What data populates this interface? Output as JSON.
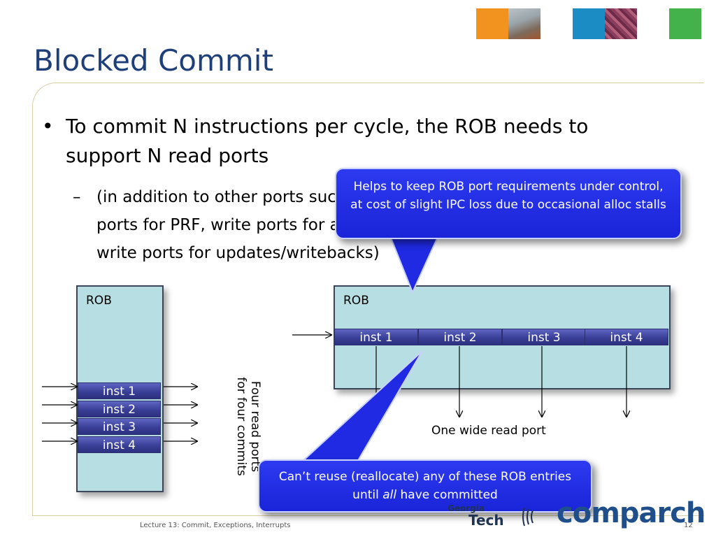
{
  "slide": {
    "title": "Blocked Commit",
    "footer": "Lecture 13: Commit, Exceptions, Interrupts",
    "page_number": "12"
  },
  "bullets": {
    "main_marker": "•",
    "main": "To commit N instructions per cycle, the ROB needs to support N read ports",
    "sub_marker": "–",
    "sub": "(in addition to other ports such as read ports for PRF, write ports for alloc, and write ports for updates/writebacks)"
  },
  "left_rob": {
    "label": "ROB",
    "insts": [
      "inst 1",
      "inst 2",
      "inst 3",
      "inst 4"
    ],
    "ports_label_line1": "Four read ports",
    "ports_label_line2": "for four commits"
  },
  "right_rob": {
    "label": "ROB",
    "insts": [
      "inst 1",
      "inst 2",
      "inst 3",
      "inst 4"
    ],
    "port_label": "One wide read port"
  },
  "callouts": {
    "top": "Helps to keep ROB port requirements under control, at cost of slight IPC loss due to occasional alloc stalls",
    "bottom_pre": "Can’t reuse (reallocate) any of these ROB entries until ",
    "bottom_em": "all",
    "bottom_post": " have committed"
  },
  "logos": {
    "georgia_tech_line1": "Georgia",
    "georgia_tech_line2": "Tech",
    "comparch": "comparch"
  },
  "colors": {
    "title": "#1f3f7a",
    "rob_fill": "#b7dfe3",
    "inst_fill": "#3a3f97",
    "callout_fill": "#1a24d8"
  }
}
